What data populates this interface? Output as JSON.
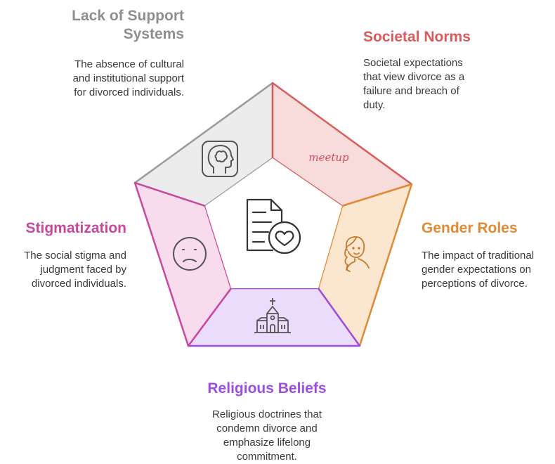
{
  "sections": {
    "support": {
      "title_l1": "Lack of Support",
      "title_l2": "Systems",
      "desc_l1": "The absence of cultural",
      "desc_l2": "and institutional support",
      "desc_l3": "for divorced individuals."
    },
    "norms": {
      "title": "Societal Norms",
      "desc_l1": "Societal expectations",
      "desc_l2": "that view divorce as a",
      "desc_l3": "failure and breach of",
      "desc_l4": "duty.",
      "logo_text": "meetup"
    },
    "gender": {
      "title": "Gender Roles",
      "desc_l1": "The impact of traditional",
      "desc_l2": "gender expectations on",
      "desc_l3": "perceptions of divorce."
    },
    "stigma": {
      "title": "Stigmatization",
      "desc_l1": "The social stigma and",
      "desc_l2": "judgment faced by",
      "desc_l3": "divorced individuals."
    },
    "religion": {
      "title": "Religious Beliefs",
      "desc_l1": "Religious doctrines that",
      "desc_l2": "condemn divorce and",
      "desc_l3": "emphasize lifelong",
      "desc_l4": "commitment."
    }
  },
  "icons": {
    "support": "head-brain-icon",
    "norms": "meetup-logo",
    "gender": "woman-braid-icon",
    "stigma": "sad-face-icon",
    "religion": "church-icon",
    "center": "document-heart-icon"
  },
  "colors": {
    "support": "#8e8e8e",
    "norms": "#d95b5b",
    "gender": "#e08a34",
    "stigma": "#c9479c",
    "religion": "#9b4fe0"
  }
}
